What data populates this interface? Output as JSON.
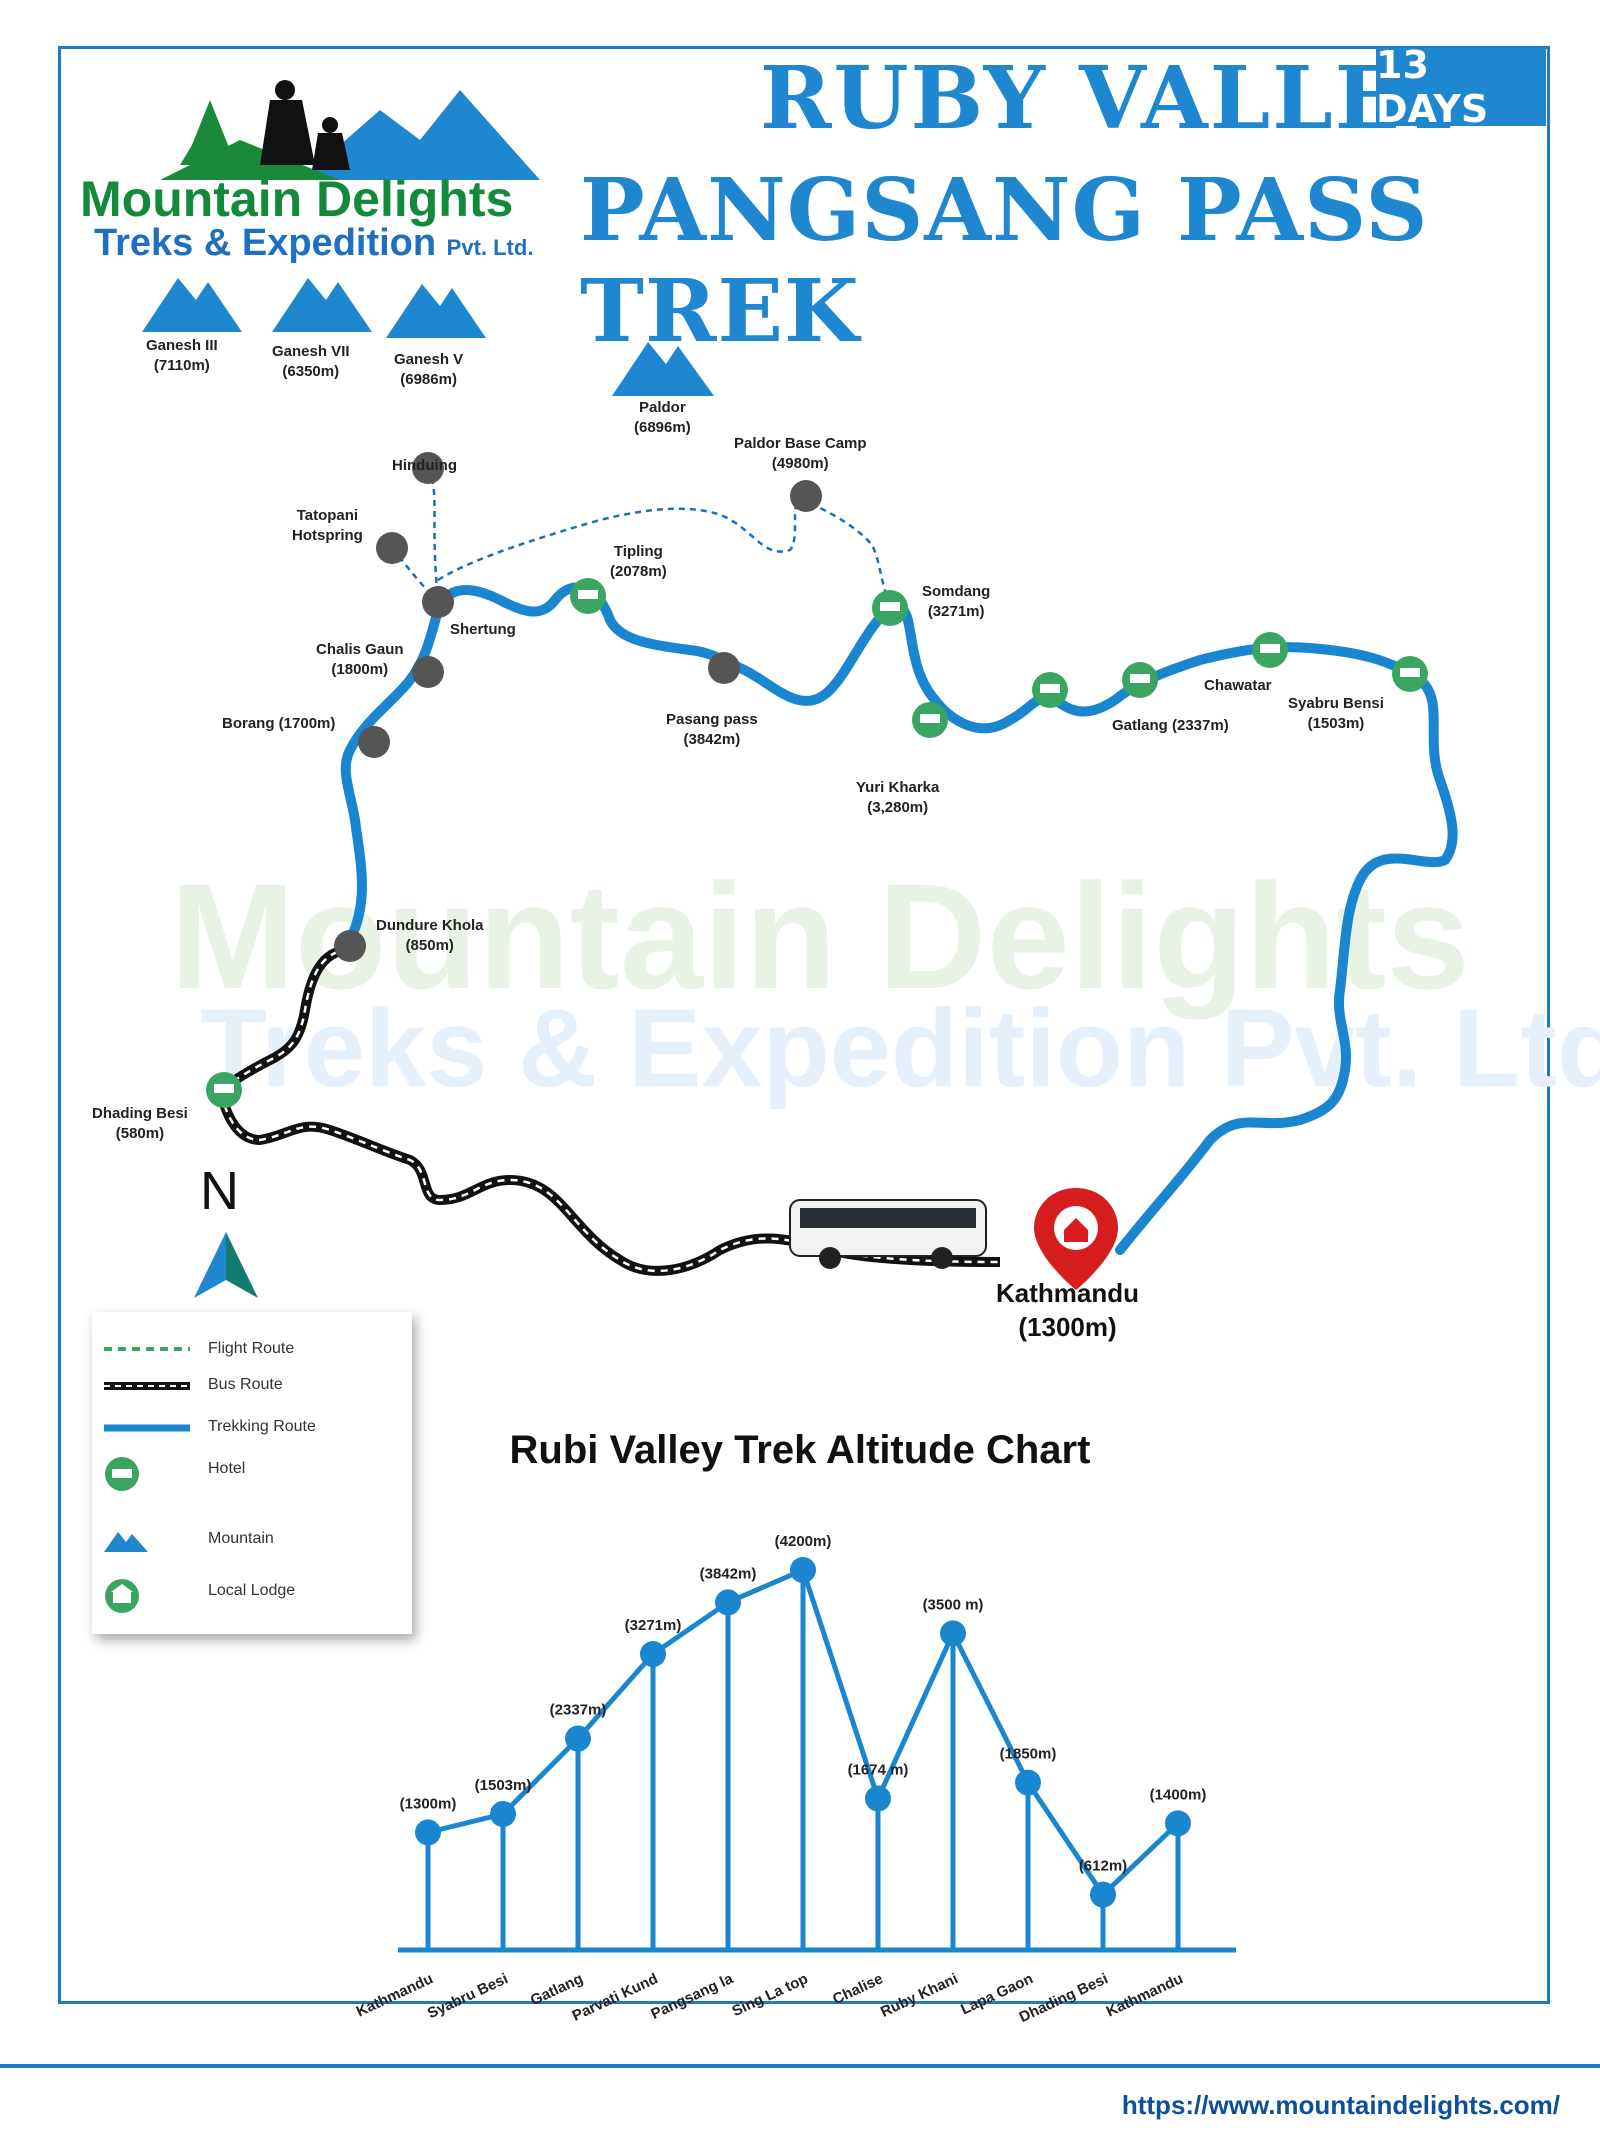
{
  "header": {
    "title_line1": "RUBY VALLEY",
    "title_line2": "PANGSANG PASS TREK",
    "badge": "13 DAYS"
  },
  "logo": {
    "name": "Mountain Delights",
    "tagline": "Treks & Expedition",
    "suffix": "Pvt. Ltd."
  },
  "watermark": {
    "line1": "Mountain Delights",
    "line2": "Treks & Expedition Pvt. Ltd."
  },
  "mountains": [
    {
      "name": "Ganesh III",
      "altitude": "(7110m)"
    },
    {
      "name": "Ganesh VII",
      "altitude": "(6350m)"
    },
    {
      "name": "Ganesh V",
      "altitude": "(6986m)"
    },
    {
      "name": "Paldor",
      "altitude": "(6896m)"
    }
  ],
  "places": {
    "hinduing": {
      "name": "Hinduing",
      "altitude": ""
    },
    "tatopani": {
      "name": "Tatopani",
      "altitude": "Hotspring"
    },
    "paldor_bc": {
      "name": "Paldor Base Camp",
      "altitude": "(4980m)"
    },
    "tipling": {
      "name": "Tipling",
      "altitude": "(2078m)"
    },
    "shertung": {
      "name": "Shertung",
      "altitude": ""
    },
    "somdang": {
      "name": "Somdang",
      "altitude": "(3271m)"
    },
    "chalis": {
      "name": "Chalis Gaun",
      "altitude": "(1800m)"
    },
    "borang": {
      "name": "Borang (1700m)",
      "altitude": ""
    },
    "pasang": {
      "name": "Pasang pass",
      "altitude": "(3842m)"
    },
    "chawatar": {
      "name": "Chawatar",
      "altitude": ""
    },
    "syabru": {
      "name": "Syabru Bensi",
      "altitude": "(1503m)"
    },
    "gatlang": {
      "name": "Gatlang (2337m)",
      "altitude": ""
    },
    "yuri": {
      "name": "Yuri Kharka",
      "altitude": "(3,280m)"
    },
    "dundure": {
      "name": "Dundure Khola",
      "altitude": "(850m)"
    },
    "dhading": {
      "name": "Dhading Besi",
      "altitude": "(580m)"
    },
    "kathmandu": {
      "name": "Kathmandu",
      "altitude": "(1300m)"
    }
  },
  "compass": {
    "label": "N"
  },
  "legend": {
    "flight": "Flight Route",
    "bus": "Bus Route",
    "trek": "Trekking Route",
    "hotel": "Hotel",
    "mountain": "Mountain",
    "lodge": "Local Lodge"
  },
  "chart_title": "Rubi Valley Trek  Altitude Chart",
  "chart_data": {
    "type": "line",
    "title": "Rubi Valley Trek  Altitude Chart",
    "categories": [
      "Kathmandu",
      "Syabru Besi",
      "Gatlang",
      "Parvati Kund",
      "Pangsang la",
      "Sing La top",
      "Chalise",
      "Ruby Khani",
      "Lapa Gaon",
      "Dhading Besi",
      "Kathmandu"
    ],
    "values": [
      1300,
      1503,
      2337,
      3271,
      3842,
      4200,
      1674,
      3500,
      1850,
      612,
      1400
    ],
    "point_labels": [
      "(1300m)",
      "(1503m)",
      "(2337m)",
      "(3271m)",
      "(3842m)",
      "(4200m)",
      "(1674 m)",
      "(3500 m)",
      "(1850m)",
      "(612m)",
      "(1400m)"
    ],
    "unit": "m",
    "ylim": [
      0,
      4200
    ],
    "colors": {
      "line": "#1a86d0"
    }
  },
  "footer": {
    "url": "https://www.mountaindelights.com/"
  },
  "colors": {
    "trek": "#1a86d0",
    "hotel": "#3aa560",
    "waypoint": "#555555",
    "pin": "#d61e1e"
  }
}
